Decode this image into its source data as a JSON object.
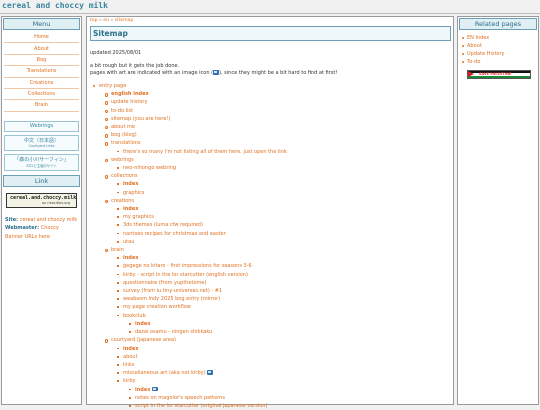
{
  "site_title": "cereal and choccy milk",
  "left": {
    "menu_title": "Menu",
    "nav": [
      "Home",
      "About",
      "Bog",
      "Translations",
      "Creations",
      "Collections",
      "Brain"
    ],
    "webrings": "Webrings",
    "jp_link": "中文（日本語）",
    "jp_sub": "Courtyard Links",
    "nihongo_link": "「森の小川サーフィン」",
    "nihongo_sub": "ATロビ主催のサイト",
    "link_title": "Link",
    "link_button_main": "cereal.and.choccy.milk",
    "link_button_sub": "on neocities.org",
    "site_label": "Site:",
    "site_value": "cereal and choccy milk",
    "webmaster_label": "Webmaster:",
    "webmaster_value": "Choccy",
    "banner_link": "Banner URLs here"
  },
  "main": {
    "breadcrumb": [
      "top",
      "en",
      "sitemap"
    ],
    "heading": "Sitemap",
    "updated": "updated 2025/08/01",
    "intro_line1": "a bit rough but it gets the job done.",
    "intro_line2a": "pages with art are indicated with an image icon (",
    "intro_line2b": "), since they might be a bit hard to find at first!",
    "tree": {
      "root": "entry page",
      "english_index": "english index",
      "update_history": "update history",
      "todo": "to-do list",
      "sitemap": "sitemap (you are here!)",
      "about": "about me",
      "bog": "bog (blog)",
      "translations": "translations",
      "translations_note": "there's so many i'm not listing all of them here. just open the link",
      "webrings": "webrings",
      "neo_nihongo": "neo-nihongo webring",
      "collections": "collections",
      "col_index": "index",
      "col_graphics": "graphics",
      "creations": "creations",
      "cre_index": "index",
      "cre_graphics": "my graphics",
      "cre_themes": "3ds themes (luma cfw required)",
      "cre_recipes": "nantoes recipes for christmas and easter",
      "cre_utau": "utau",
      "brain": "brain",
      "brain_index": "index",
      "brain_gegege": "gegege no kitaro - first impressions for seasons 3-6",
      "brain_kirby": "kirby - script in the lor starcutter (english version)",
      "brain_questionnaire": "questionnaire (from yupthetome)",
      "brain_survey": "survey (from iu.tiny-universes.net) - #1",
      "brain_weabsom": "weabsom indy 2025 bog entry (mirror)",
      "brain_workflow": "my page creation workflow",
      "bookclub": "bookclub",
      "bookclub_index": "index",
      "bookclub_dazai": "dazai osamu - ningen shikkaku",
      "courtyard": "courtyard (japanese area)",
      "cy_index": "index",
      "cy_about": "about",
      "cy_links": "links",
      "cy_misc": "miscellaneous art (aka not kirby)",
      "cy_kirby": "kirby",
      "kirby_index": "index",
      "kirby_notes": "notes on magolor's speech patterns",
      "kirby_script": "script in the lor starcutter (original japanese version)"
    }
  },
  "right": {
    "title": "Related pages",
    "links": [
      "EN Index",
      "About",
      "Update History",
      "To-do"
    ],
    "banner_text": "SAVE PALESTINE"
  },
  "colors": {
    "accent": "#e07020",
    "title_blue": "#3b86a1",
    "box_fill": "#dfeff4",
    "background": "#f1f1f1"
  }
}
